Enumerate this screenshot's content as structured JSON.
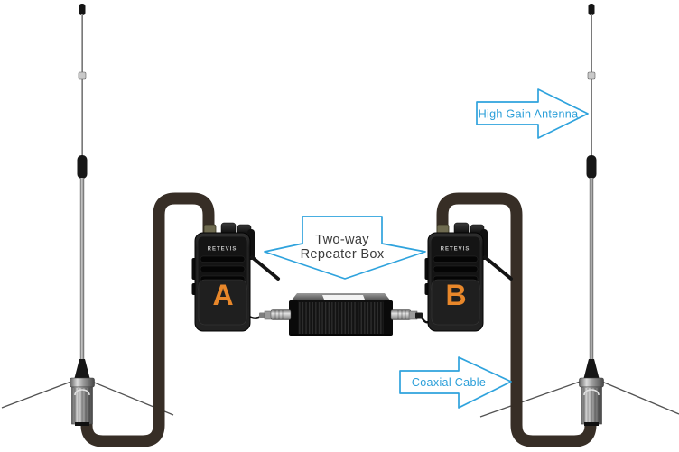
{
  "callouts": {
    "high_gain_antenna": "High Gain Antenna",
    "repeater_line1": "Two-way",
    "repeater_line2": "Repeater Box",
    "coaxial_cable": "Coaxial Cable"
  },
  "radios": {
    "brand": "RETEVIS",
    "left_label": "A",
    "right_label": "B"
  },
  "colors": {
    "arrow_stroke": "#2fa3dd",
    "arrow_text_blue": "#2b9fd9",
    "arrow_text_dark": "#3c3c3c",
    "radio_letter": "#e8872a",
    "cable": "#372e26",
    "background": "#ffffff"
  }
}
